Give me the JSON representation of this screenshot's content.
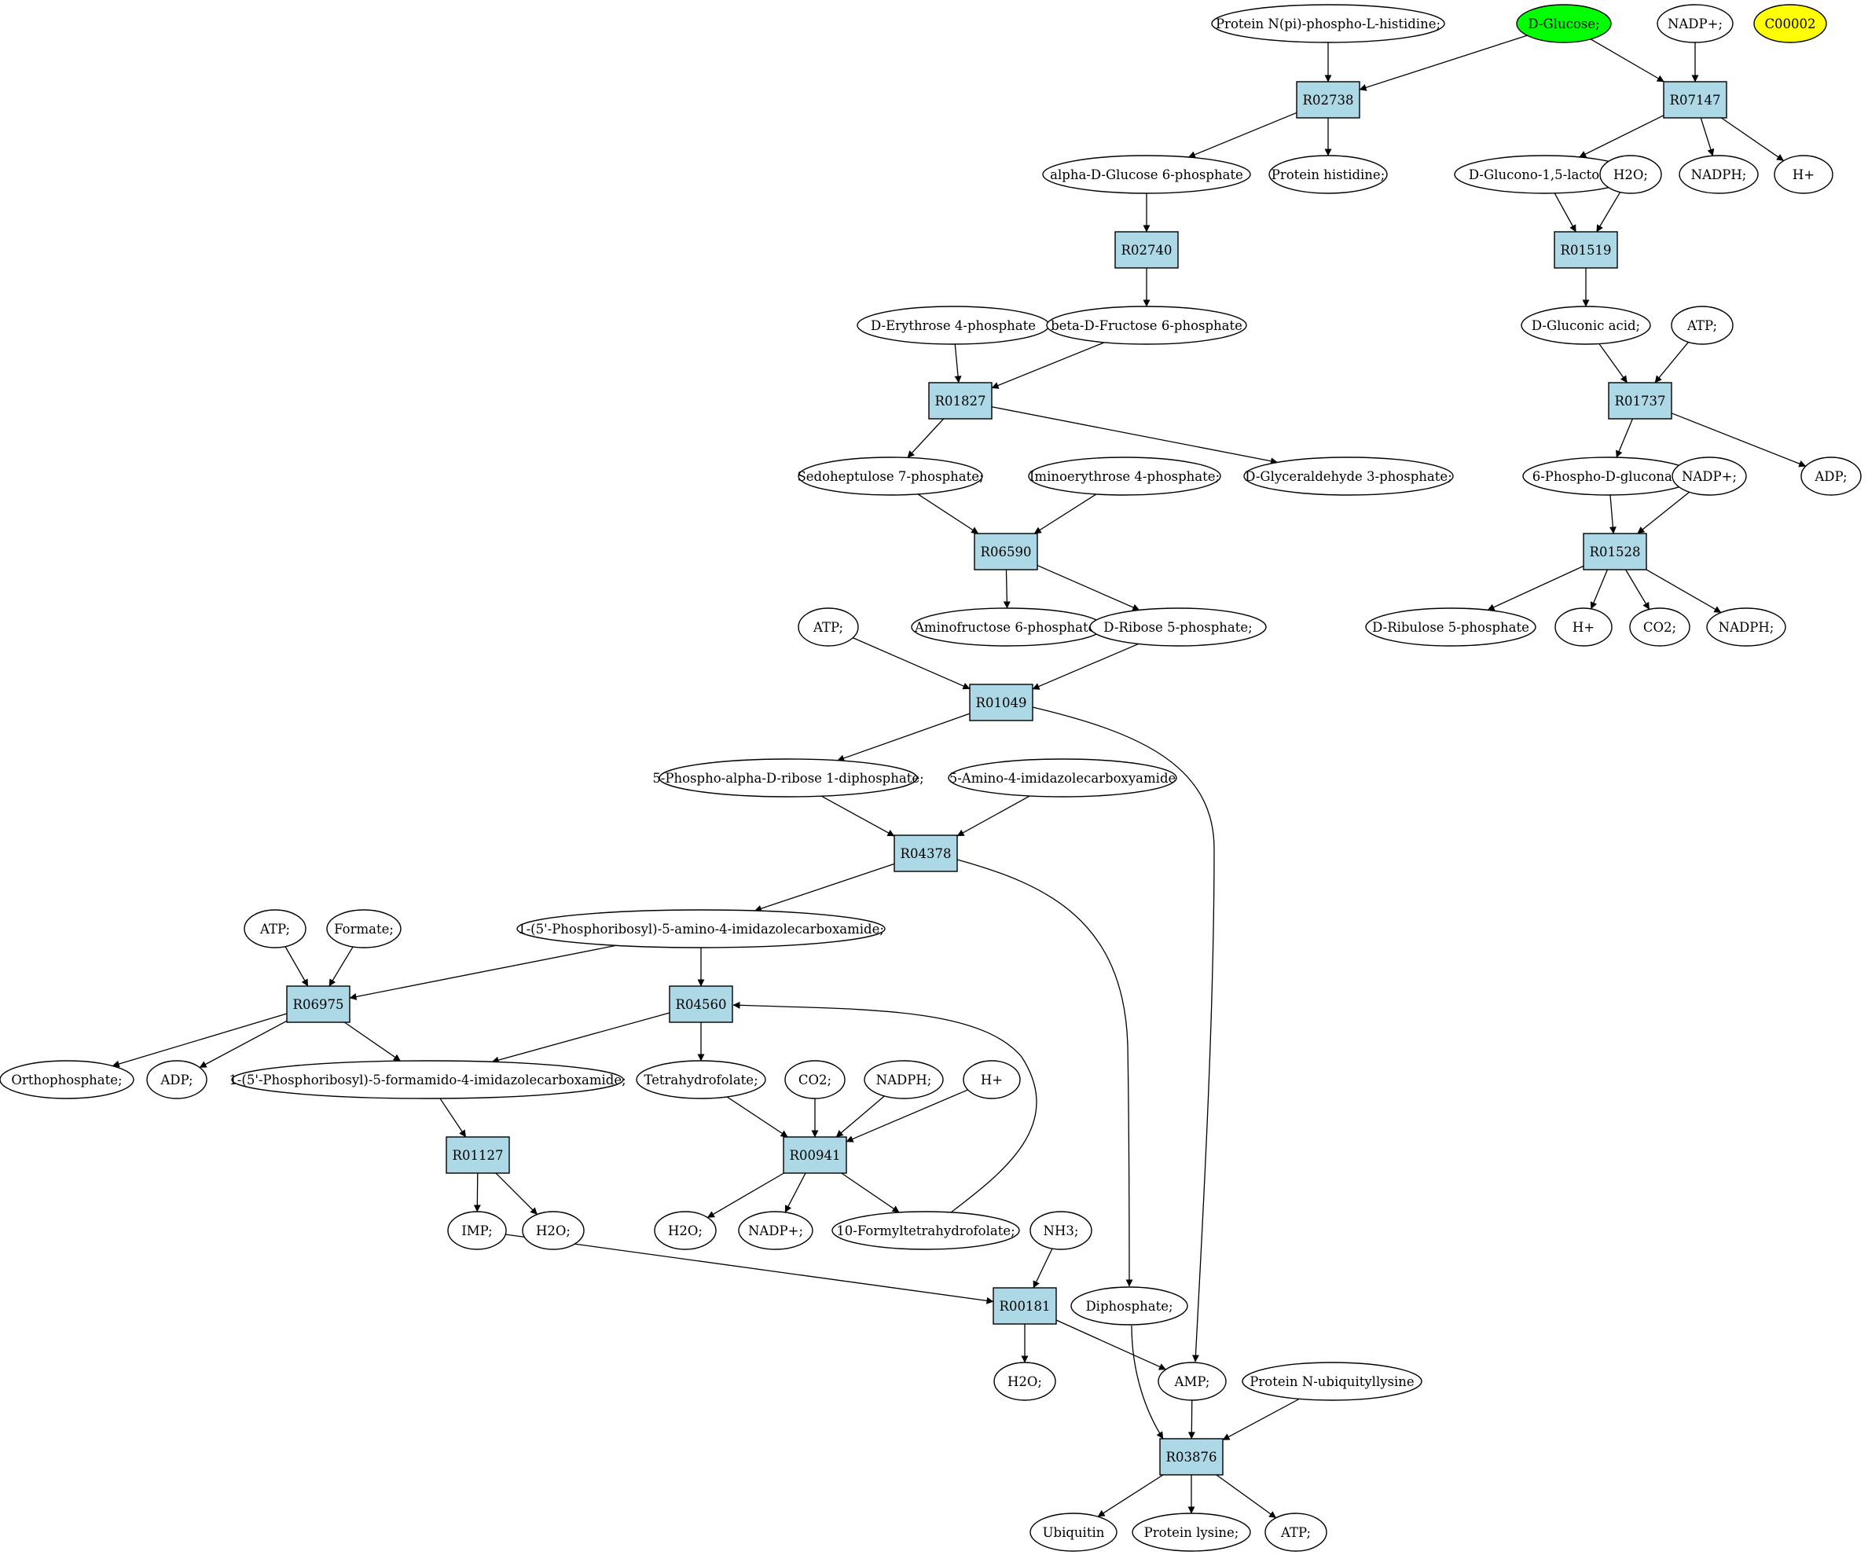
{
  "colors": {
    "reaction_fill": "#add8e6",
    "highlight_green": "#00ff00",
    "highlight_yellow": "#ffff00",
    "compound_fill": "#ffffff",
    "line": "#000000"
  },
  "reactions": {
    "R02738": "R02738",
    "R07147": "R07147",
    "R02740": "R02740",
    "R01519": "R01519",
    "R01827": "R01827",
    "R01737": "R01737",
    "R06590": "R06590",
    "R01528": "R01528",
    "R01049": "R01049",
    "R04378": "R04378",
    "R06975": "R06975",
    "R04560": "R04560",
    "R01127": "R01127",
    "R00941": "R00941",
    "R00181": "R00181",
    "R03876": "R03876"
  },
  "compounds": {
    "prot_nphos": "Protein N(pi)-phospho-L-histidine;",
    "dglucose": "D-Glucose;",
    "nadp_top": "NADP+;",
    "c00002": "C00002",
    "ag6p": "alpha-D-Glucose 6-phosphate",
    "prot_his": "Protein histidine;",
    "dglucono": "D-Glucono-1,5-lactone;",
    "h2o_a": "H2O;",
    "nadph_a": "NADPH;",
    "h_a": "H+",
    "dery4p": "D-Erythrose 4-phosphate",
    "bf6p": "beta-D-Fructose 6-phosphate",
    "dgluconic": "D-Gluconic acid;",
    "atp_a": "ATP;",
    "sedo7p": "Sedoheptulose 7-phosphate;",
    "imino4p": "Iminoerythrose 4-phosphate;",
    "dgly3p": "D-Glyceraldehyde 3-phosphate;",
    "pgluc": "6-Phospho-D-gluconate",
    "nadp_b": "NADP+;",
    "adp_a": "ADP;",
    "aminof6p": "Aminofructose 6-phosphate;",
    "drib5p": "D-Ribose 5-phosphate;",
    "atp_b": "ATP;",
    "drul5p": "D-Ribulose 5-phosphate",
    "h_b": "H+",
    "co2_a": "CO2;",
    "nadph_b": "NADPH;",
    "prpp": "5-Phospho-alpha-D-ribose 1-diphosphate;",
    "aica": "5-Amino-4-imidazolecarboxyamide",
    "atp_c": "ATP;",
    "formate": "Formate;",
    "aicar": "1-(5'-Phosphoribosyl)-5-amino-4-imidazolecarboxamide;",
    "orthop": "Orthophosphate;",
    "adp_b": "ADP;",
    "faicar": "1-(5'-Phosphoribosyl)-5-formamido-4-imidazolecarboxamide;",
    "thf": "Tetrahydrofolate;",
    "co2_b": "CO2;",
    "nadph_c": "NADPH;",
    "h_c": "H+",
    "imp": "IMP;",
    "h2o_b": "H2O;",
    "h2o_c": "H2O;",
    "nadp_c": "NADP+;",
    "fthf": "10-Formyltetrahydrofolate;",
    "nh3": "NH3;",
    "diphos": "Diphosphate;",
    "h2o_d": "H2O;",
    "amp": "AMP;",
    "prot_ublys": "Protein N-ubiquityllysine",
    "ubiquitin": "Ubiquitin",
    "prot_lys": "Protein lysine;",
    "atp_d": "ATP;"
  }
}
